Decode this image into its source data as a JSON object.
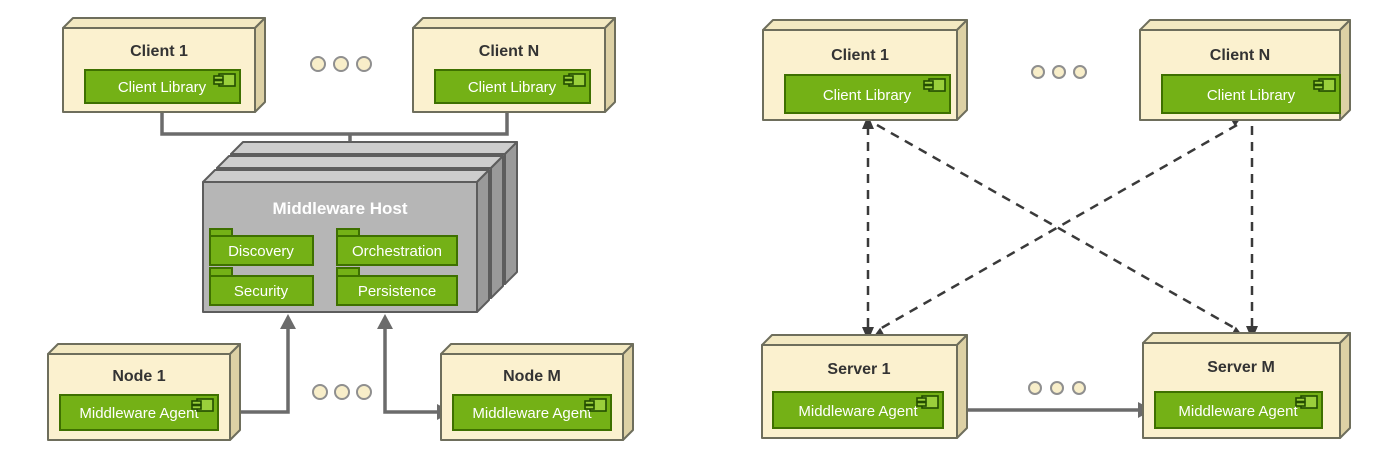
{
  "left_diagram": {
    "clients": [
      {
        "title": "Client 1",
        "component": "Client Library"
      },
      {
        "title": "Client N",
        "component": "Client Library"
      }
    ],
    "host": {
      "title": "Middleware Host",
      "packages": [
        "Discovery",
        "Orchestration",
        "Security",
        "Persistence"
      ]
    },
    "nodes": [
      {
        "title": "Node 1",
        "component": "Middleware Agent"
      },
      {
        "title": "Node M",
        "component": "Middleware Agent"
      }
    ]
  },
  "right_diagram": {
    "clients": [
      {
        "title": "Client 1",
        "component": "Client Library"
      },
      {
        "title": "Client N",
        "component": "Client Library"
      }
    ],
    "servers": [
      {
        "title": "Server 1",
        "component": "Middleware Agent"
      },
      {
        "title": "Server M",
        "component": "Middleware Agent"
      }
    ]
  },
  "icons": {
    "component": "component-icon",
    "package": "package-shape",
    "ellipsis": "ellipsis-dots"
  },
  "colors": {
    "node_fill": "#FBF1CF",
    "node_top": "#F3E9C2",
    "node_side": "#DDD1A5",
    "node_border": "#6E6E5C",
    "host_front": "#B6B6B6",
    "host_top": "#CDCDCD",
    "host_side": "#9A9A9A",
    "host_border": "#5D5D5D",
    "component_fill": "#74B116",
    "component_border": "#3E7000",
    "component_text": "#FFFFFF",
    "title_text": "#333333",
    "connector": "#6B6B6B",
    "dashed": "#3A3A3A",
    "dot_fill": "#F8EEC9",
    "dot_stroke": "#8F8F8F",
    "icon_fill": "#9ACF3B",
    "icon_stroke": "#234D00"
  }
}
